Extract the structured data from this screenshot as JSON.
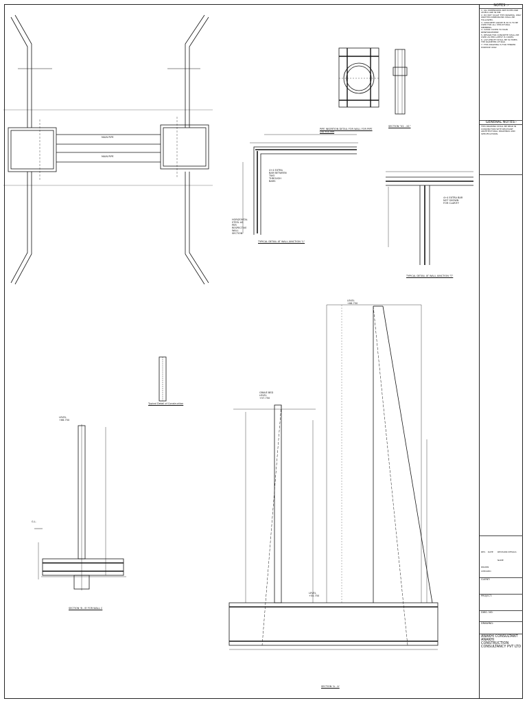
{
  "title_block": {
    "notes_heading": "NOTES :-",
    "notes": [
      "1. ALL DIMENSIONS ARE IN MM AND LEVELS ARE IN MM.",
      "2. DO NOT SCALE THE DRAWING. ONLY WRITTEN DIMENSIONS SHALL BE FOLLOWED.",
      "3. CONCRETE GRADE M-30 IS TO BE USED FOR ALL STRUCTURAL MEMBERS.",
      "4. CLEAR COVER TO MAIN REINFORCEMENT.",
      "5. DESIGN FOR CONCRETE SHALL BE USED AS PER LATEST IS CODES.",
      "6. LAP LENGTH SHALL BE 50 TIMES THE DIAMETER OF BAR.",
      "7. THIS DRAWING IS FOR TENDER PURPOSE ONLY."
    ],
    "general_heading": "GENERAL NOTES:-",
    "general_notes": "THIS DRAWING SHALL BE READ IN CONJUNCTION WITH RELEVANT ARCHITECTURAL DRAWINGS AND SPECIFICATIONS.",
    "rev_col": "REV.",
    "date_col": "DATE",
    "desc_col": "REVISION DETAILS",
    "name_col": "NAME",
    "drawn_label": "DRAWN",
    "checked_label": "CHECKED",
    "client_label": "CLIENT:",
    "project_label": "PROJECT:",
    "dwg_no_label": "DWG. NO:",
    "drawing_label": "DRAWING:",
    "firm_line1": "ANAKHI CONSULTANT",
    "firm_line2": "ANAKHI CONSTRUCTION",
    "firm_line3": "CONSULTANCY PVT LTD"
  },
  "captions": {
    "wall_junction_l": "TYPICAL DETAIL AT WALL JUNCTION \"L\"",
    "wall_junction_t": "TYPICAL DETAIL AT WALL JUNCTION \"T\"",
    "pipe_detail": "PIPE INSERTION DETAIL FOR WALL FOR PIPE DIA 900 MM",
    "section_x": "SECTION \"X1 - X1\"",
    "construction": "Typical Detail of Construction",
    "section_b": "SECTION 'B - B' FOR WALL C",
    "section_a": "SECTION 'A - A'"
  },
  "labels": {
    "main_pipe": "MAIN PIPE",
    "gl": "G.L.",
    "level_a": "LEVEL +66.750",
    "level_b": "LEVEL +66.750",
    "level_c": "LEVEL +55.750",
    "horizontal_steel": "HORIZONTAL STEEL AS PER RESPECTIVE WALL SECTION",
    "extra_bar": "4+4 EXTRA BAR BETWEEN TWO THROUGH BARS",
    "extra_bar_t": "4+4 EXTRA BAR NOT SHOWN FOR CLARITY",
    "gl_section": "GRAVE BED LEVEL +57.750"
  }
}
